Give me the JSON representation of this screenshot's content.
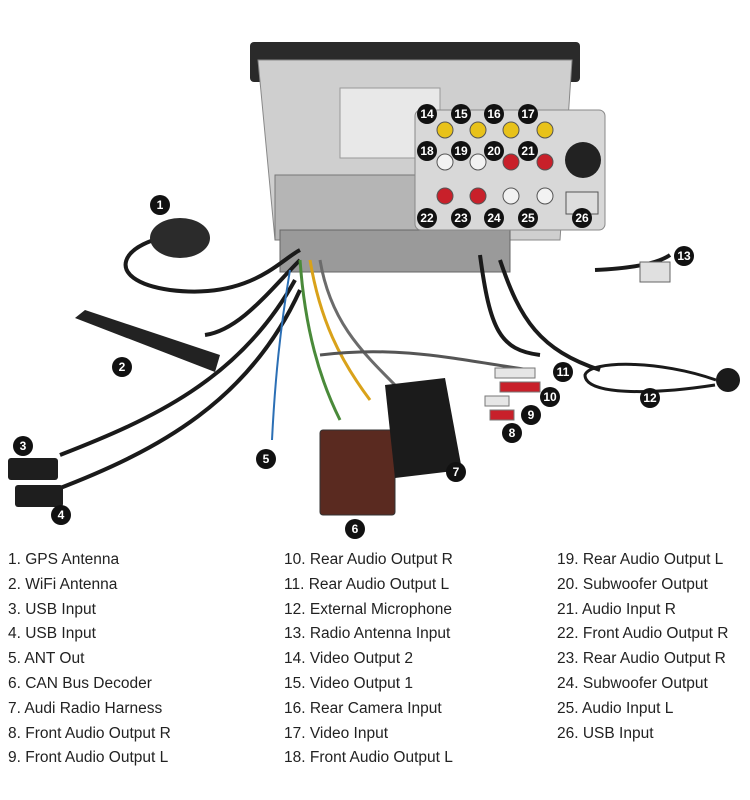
{
  "callouts": [
    "1",
    "2",
    "3",
    "4",
    "5",
    "6",
    "7",
    "8",
    "9",
    "10",
    "11",
    "12",
    "13",
    "14",
    "15",
    "16",
    "17",
    "18",
    "19",
    "20",
    "21",
    "22",
    "23",
    "24",
    "25",
    "26"
  ],
  "legend": {
    "col1": [
      "1. GPS Antenna",
      "2. WiFi Antenna",
      "3. USB Input",
      "4. USB Input",
      "5. ANT Out",
      "6. CAN Bus Decoder",
      "7. Audi Radio Harness",
      "8. Front Audio Output R",
      "9. Front Audio Output L"
    ],
    "col2": [
      "10. Rear Audio Output R",
      "11. Rear Audio Output L",
      "12. External Microphone",
      "13. Radio Antenna Input",
      "14. Video Output 2",
      "15. Video Output 1",
      "16. Rear Camera Input",
      "17. Video Input",
      "18. Front Audio Output L"
    ],
    "col3": [
      "19. Rear Audio Output L",
      "20. Subwoofer Output",
      "21. Audio Input R",
      "22. Front Audio Output R",
      "23. Rear Audio Output R",
      "24. Subwoofer Output",
      "25. Audio Input L",
      "26. USB Input"
    ]
  },
  "colors": {
    "rca_yellow": "#e8c21a",
    "rca_red": "#c8202a",
    "rca_white": "#f2f2f2",
    "callout_bg": "#111111",
    "housing": "#c9c9c9"
  }
}
